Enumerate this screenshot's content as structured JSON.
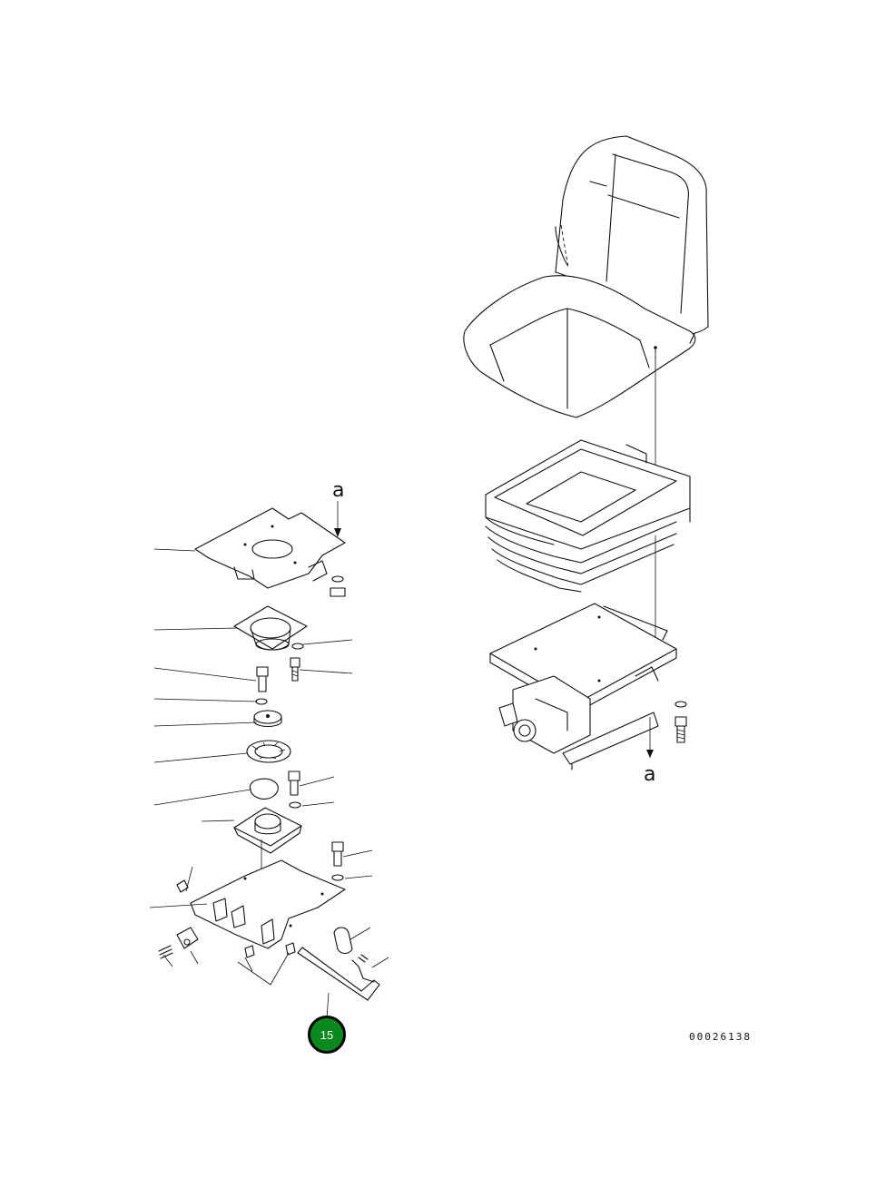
{
  "diagram": {
    "view_marker_top": "a",
    "view_marker_bottom": "a",
    "callout_badge": "15",
    "drawing_number": "00026138",
    "colors": {
      "line": "#111111",
      "badge_fill": "#0a8a1e",
      "badge_ring": "#000000",
      "badge_text": "#ffffff"
    }
  }
}
